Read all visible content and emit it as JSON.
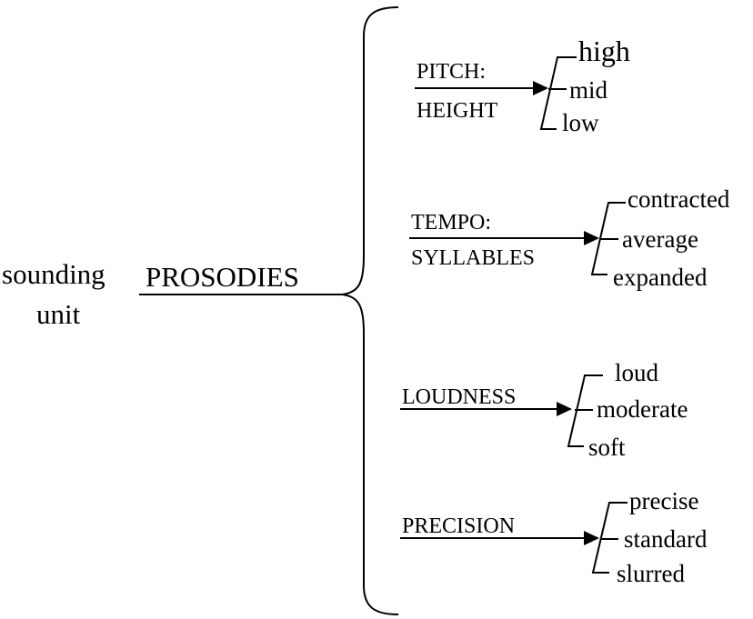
{
  "root": {
    "line1": "sounding",
    "line2": "unit",
    "category": "PROSODIES"
  },
  "branches": [
    {
      "label_top": "PITCH:",
      "label_bottom": "HEIGHT",
      "options": [
        "high",
        "mid",
        "low"
      ]
    },
    {
      "label_top": "TEMPO:",
      "label_bottom": "SYLLABLES",
      "options": [
        "contracted",
        "average",
        "expanded"
      ]
    },
    {
      "label_top": "LOUDNESS",
      "label_bottom": "",
      "options": [
        "loud",
        "moderate",
        "soft"
      ]
    },
    {
      "label_top": "PRECISION",
      "label_bottom": "",
      "options": [
        "precise",
        "standard",
        "slurred"
      ]
    }
  ]
}
